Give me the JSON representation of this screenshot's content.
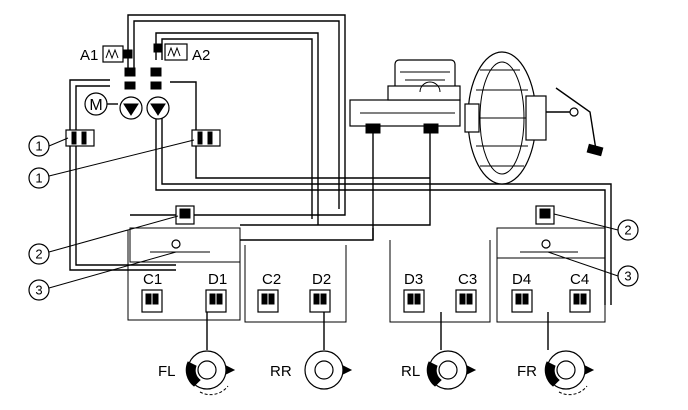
{
  "labels": {
    "accumulator_a1": "A1",
    "accumulator_a2": "A2",
    "motor": "M",
    "c1": "C1",
    "d1": "D1",
    "c2": "C2",
    "d2": "D2",
    "d3": "D3",
    "c3": "C3",
    "d4": "D4",
    "c4": "C4",
    "fl": "FL",
    "rr": "RR",
    "rl": "RL",
    "fr": "FR"
  },
  "callouts": {
    "c1a": "1",
    "c1b": "1",
    "c2a": "2",
    "c2b": "2",
    "c3a": "3",
    "c3b": "3"
  }
}
